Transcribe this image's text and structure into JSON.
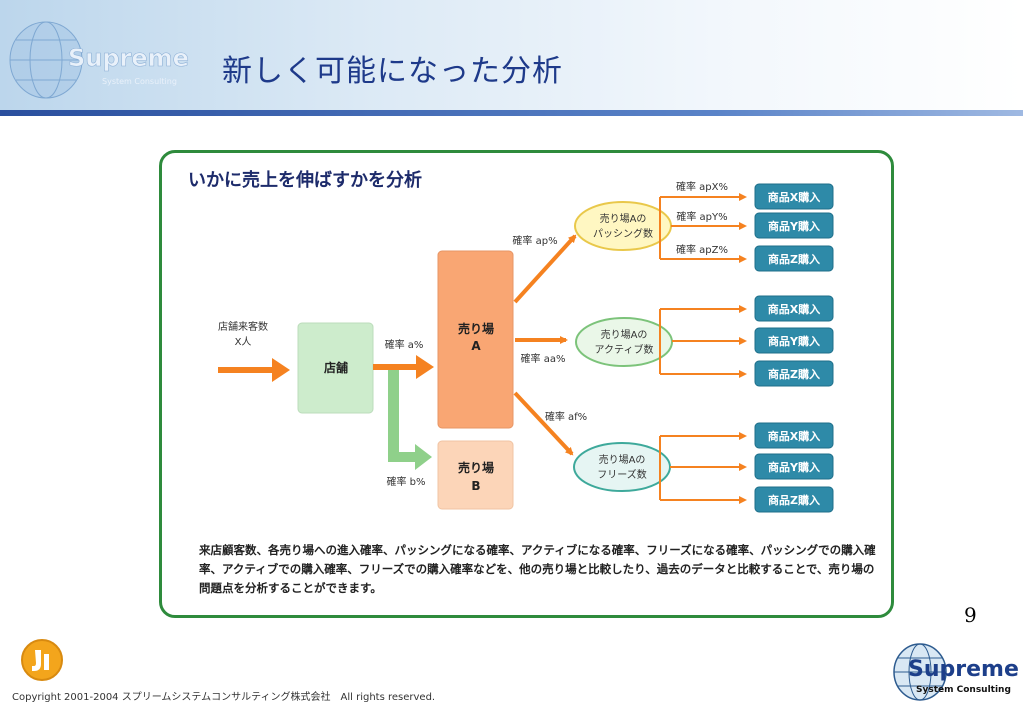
{
  "header": {
    "title": "新しく可能になった分析",
    "logo_text": "Supreme",
    "logo_sub": "System Consulting"
  },
  "panel": {
    "title": "いかに売上を伸ばすかを分析",
    "input_label_line1": "店舗来客数",
    "input_label_line2": "X人",
    "store": "店舗",
    "rate_a": "確率 a%",
    "rate_b": "確率 b%",
    "area_a_line1": "売り場",
    "area_a_line2": "A",
    "area_b_line1": "売り場",
    "area_b_line2": "B",
    "rate_ap": "確率 ap%",
    "rate_aa": "確率 aa%",
    "rate_af": "確率 af%",
    "passing_line1": "売り場Aの",
    "passing_line2": "パッシング数",
    "active_line1": "売り場Aの",
    "active_line2": "アクティブ数",
    "freeze_line1": "売り場Aの",
    "freeze_line2": "フリーズ数",
    "rate_apx": "確率 apX%",
    "rate_apy": "確率 apY%",
    "rate_apz": "確率 apZ%",
    "buy_x": "商品X購入",
    "buy_y": "商品Y購入",
    "buy_z": "商品Z購入"
  },
  "description": "来店顧客数、各売り場への進入確率、パッシングになる確率、アクティブになる確率、フリーズになる確率、パッシングでの購入確率、アクティブでの購入確率、フリーズでの購入確率などを、他の売り場と比較したり、過去のデータと比較することで、売り場の問題点を分析することができます。",
  "page_number": "9",
  "footer": {
    "copyright": "Copyright 2001-2004 スプリームシステムコンサルティング株式会社　All rights reserved.",
    "logo_text": "Supreme",
    "logo_sub": "System Consulting"
  },
  "colors": {
    "orange": "#f58220",
    "green_border": "#2e8b3c",
    "teal_box": "#2e8aa8",
    "title_blue": "#1e3a8a"
  }
}
